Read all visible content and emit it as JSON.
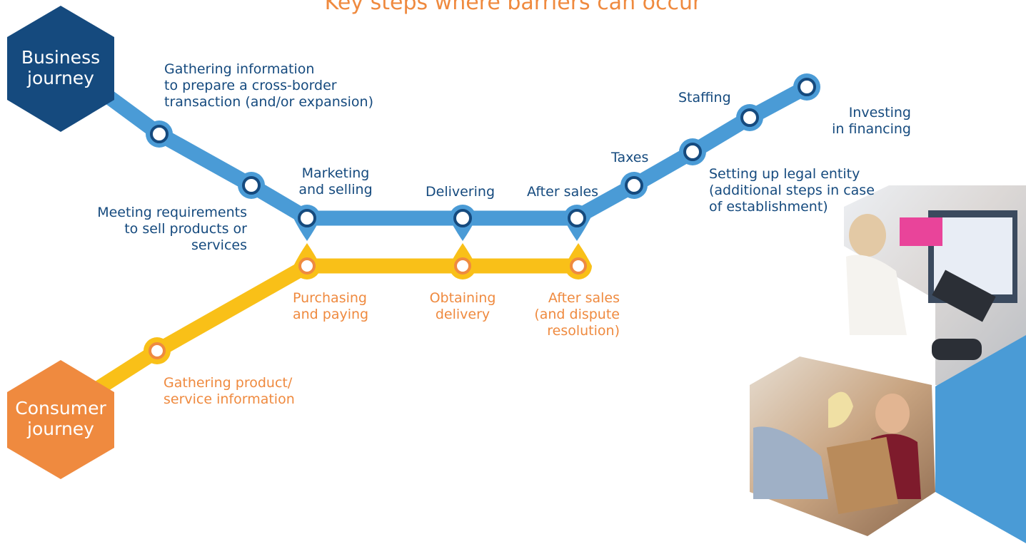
{
  "title": "Key steps where barriers can occur",
  "colors": {
    "business_line": "#4a9bd6",
    "business_dark": "#154a7e",
    "consumer_line": "#f9c018",
    "consumer_dark": "#ef8a3f",
    "accent_block": "#4a9bd6"
  },
  "business": {
    "label_line1": "Business",
    "label_line2": "journey",
    "steps": {
      "gathering_1": "Gathering information",
      "gathering_2": "to prepare a cross-border",
      "gathering_3": "transaction (and/or expansion)",
      "meeting_1": "Meeting requirements",
      "meeting_2": "to sell products or",
      "meeting_3": "services",
      "marketing_1": "Marketing",
      "marketing_2": "and selling",
      "delivering": "Delivering",
      "after_sales": "After sales",
      "taxes": "Taxes",
      "setting_1": "Setting up legal entity",
      "setting_2": "(additional steps in case",
      "setting_3": "of establishment)",
      "staffing": "Staffing",
      "investing_1": "Investing",
      "investing_2": "in financing"
    }
  },
  "consumer": {
    "label_line1": "Consumer",
    "label_line2": "journey",
    "steps": {
      "gathering_1": "Gathering product/",
      "gathering_2": "service information",
      "purchasing_1": "Purchasing",
      "purchasing_2": "and paying",
      "obtaining_1": "Obtaining",
      "obtaining_2": "delivery",
      "after_1": "After sales",
      "after_2": "(and dispute",
      "after_3": "resolution)"
    }
  },
  "photos": {
    "top": "photo-office-worker-headset",
    "bottom": "photo-parcel-delivery"
  }
}
